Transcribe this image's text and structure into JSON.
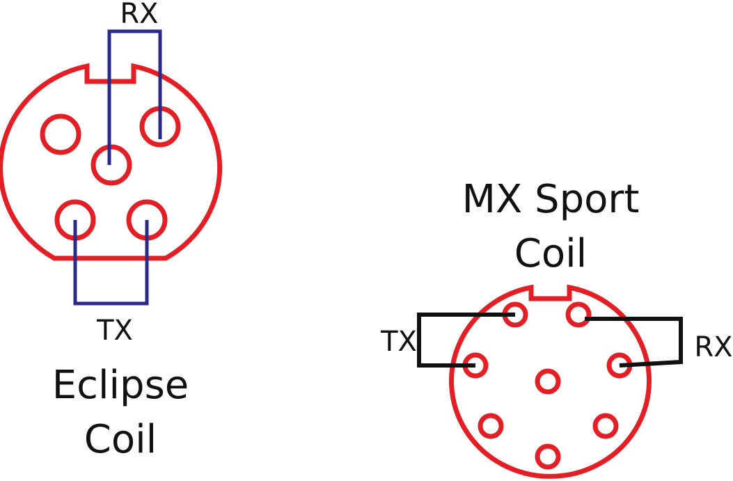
{
  "eclipse": {
    "title_line1": "Eclipse",
    "title_line2": "Coil",
    "rx_label": "RX",
    "tx_label": "TX"
  },
  "mx_sport": {
    "title_line1": "MX Sport",
    "title_line2": "Coil",
    "rx_label": "RX",
    "tx_label": "TX"
  },
  "colors": {
    "connector": "#e31e24",
    "eclipse_wire": "#2a2a8a",
    "mx_wire": "#111111",
    "text": "#111111"
  }
}
